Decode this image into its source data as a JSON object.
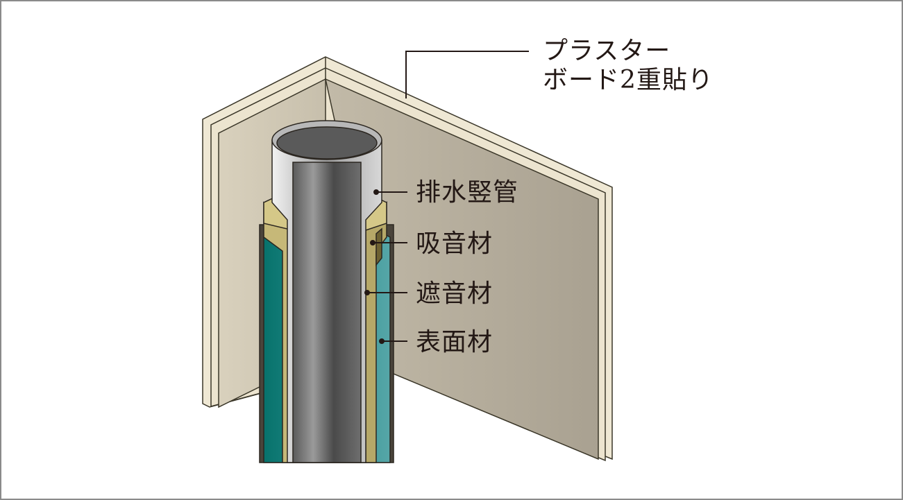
{
  "labels": {
    "board_line1": "プラスター",
    "board_line2": "ボード2重貼り",
    "drain_pipe": "排水竪管",
    "sound_absorbing": "吸音材",
    "sound_insulating": "遮音材",
    "surface_material": "表面材"
  },
  "colors": {
    "board_edge": "#efe8d4",
    "wall": "#c4bcaa",
    "teal": "#1f8a86",
    "absorb": "#c6b878",
    "pipe": "#777777",
    "text": "#231815"
  }
}
